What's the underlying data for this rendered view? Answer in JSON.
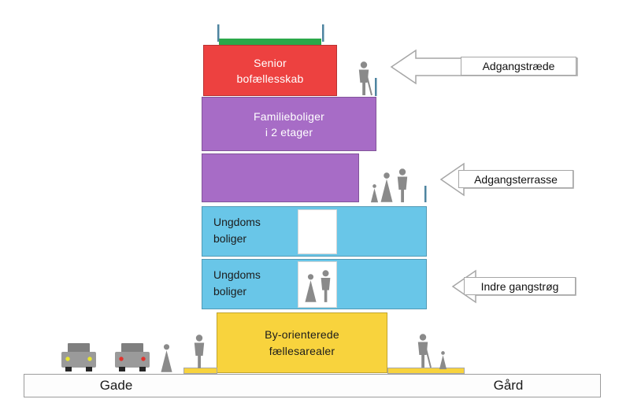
{
  "blocks": {
    "senior": {
      "line1": "Senior",
      "line2": "bofællesskab"
    },
    "family_upper": {
      "line1": "Familieboliger",
      "line2": "i 2 etager"
    },
    "family_lower": {
      "note": ""
    },
    "youth_upper": {
      "line1": "Ungdoms",
      "line2": "boliger"
    },
    "youth_lower": {
      "line1": "Ungdoms",
      "line2": "boliger"
    },
    "commons": {
      "line1": "By-orienterede",
      "line2": "fællesarealer"
    }
  },
  "arrows": {
    "access_stair": "Adgangstræde",
    "access_terrace": "Adgangsterrasse",
    "inner_walkway": "Indre gangstrøg"
  },
  "ground": {
    "street": "Gade",
    "courtyard": "Gård"
  },
  "colors": {
    "red": "#ed4140",
    "purple": "#a76cc6",
    "blue": "#69c6e8",
    "yellow": "#f8d33d",
    "green": "#2aa84a",
    "icon_gray": "#8a8a8a",
    "tick_blue": "#4e84a0",
    "outline_gray": "#a6a6a6",
    "headlight_yellow": "#e8e630",
    "taillight_red": "#e0342e"
  },
  "icons": {
    "green_roof_bar": "flat green strip above top block",
    "railing_tick": "short vertical steel-blue post",
    "person": "gray human pictogram (man: trapezoid torso + legs)",
    "woman": "gray human pictogram (triangle dress)",
    "person_with_cane": "gray human pictogram with diagonal cane",
    "car_headlights": "gray car front view, yellow lights",
    "car_taillights": "gray car rear view, red lights"
  }
}
